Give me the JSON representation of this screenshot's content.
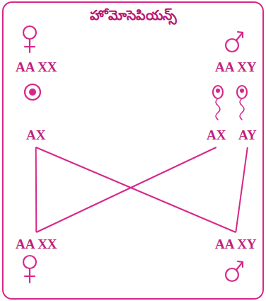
{
  "diagram": {
    "nodes": [
      {
        "text": [
          "హోమోసెపియన్స్"
        ]
      },
      {
        "text": [
          "AA XX"
        ],
        "in": 0
      },
      {
        "text": [
          "AA XY"
        ],
        "in": 0
      },
      {
        "text": [
          "AX"
        ],
        "in": 0
      },
      {
        "text": [
          "AX"
        ],
        "in": 0
      },
      {
        "text": [
          "AY"
        ],
        "in": 0
      },
      {
        "text": [
          "AA XX"
        ],
        "in": 0
      },
      {
        "text": [
          "AA XY"
        ],
        "in": 0
      }
    ],
    "edges": [
      {
        "from": 3,
        "to": 6,
        "arrow": "none"
      },
      {
        "from": 3,
        "to": 7,
        "arrow": "none"
      },
      {
        "from": 4,
        "to": 6,
        "arrow": "none"
      },
      {
        "from": 5,
        "to": 7,
        "arrow": "none"
      }
    ]
  }
}
